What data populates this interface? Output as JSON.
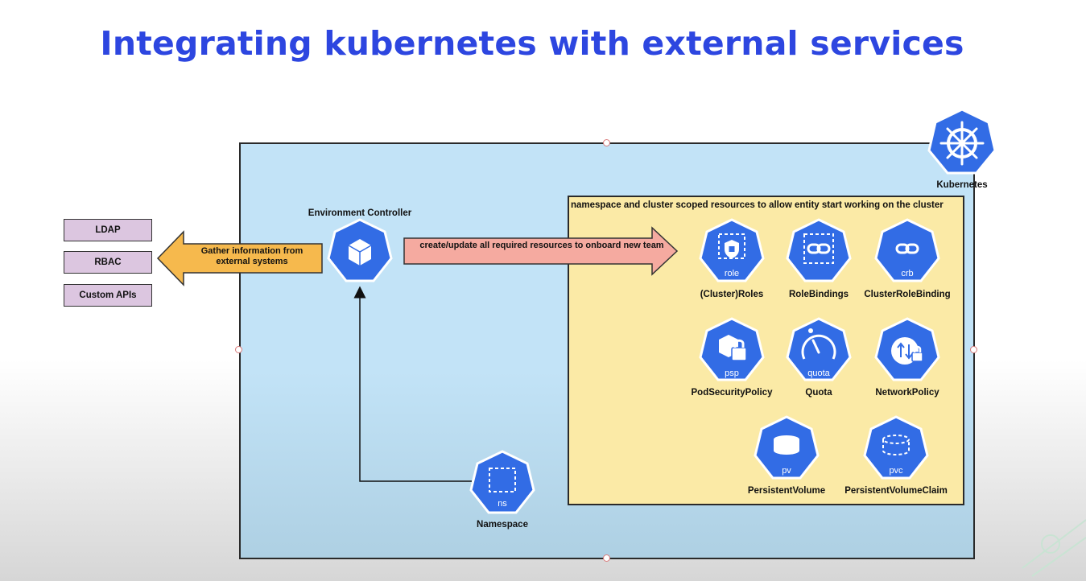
{
  "title": "Integrating kubernetes with external services",
  "kubernetes_label": "Kubernetes",
  "external_systems": [
    "LDAP",
    "RBAC",
    "Custom APIs"
  ],
  "environment_controller_label": "Environment Controller",
  "gather_arrow_text": "Gather information from external systems",
  "create_arrow_text": "create/update all required resources to onboard new team",
  "resources_caption": "namespace and cluster scoped resources to allow entity start working on the cluster",
  "namespace": {
    "icon_text": "ns",
    "label": "Namespace"
  },
  "resources": [
    {
      "icon_text": "role",
      "label": "(Cluster)Roles"
    },
    {
      "icon_text": "",
      "label": "RoleBindings"
    },
    {
      "icon_text": "crb",
      "label": "ClusterRoleBinding"
    },
    {
      "icon_text": "psp",
      "label": "PodSecurityPolicy"
    },
    {
      "icon_text": "quota",
      "label": "Quota"
    },
    {
      "icon_text": "",
      "label": "NetworkPolicy"
    },
    {
      "icon_text": "pv",
      "label": "PersistentVolume"
    },
    {
      "icon_text": "pvc",
      "label": "PersistentVolumeClaim"
    }
  ],
  "colors": {
    "title": "#2d46e0",
    "icon_blue": "#326ce5",
    "cluster_bg": "#c2e3f7",
    "resource_bg": "#fbeaa6",
    "external_bg": "#dcc6e0",
    "gather_arrow": "#f6b94d",
    "create_arrow": "#f5aaa0"
  }
}
